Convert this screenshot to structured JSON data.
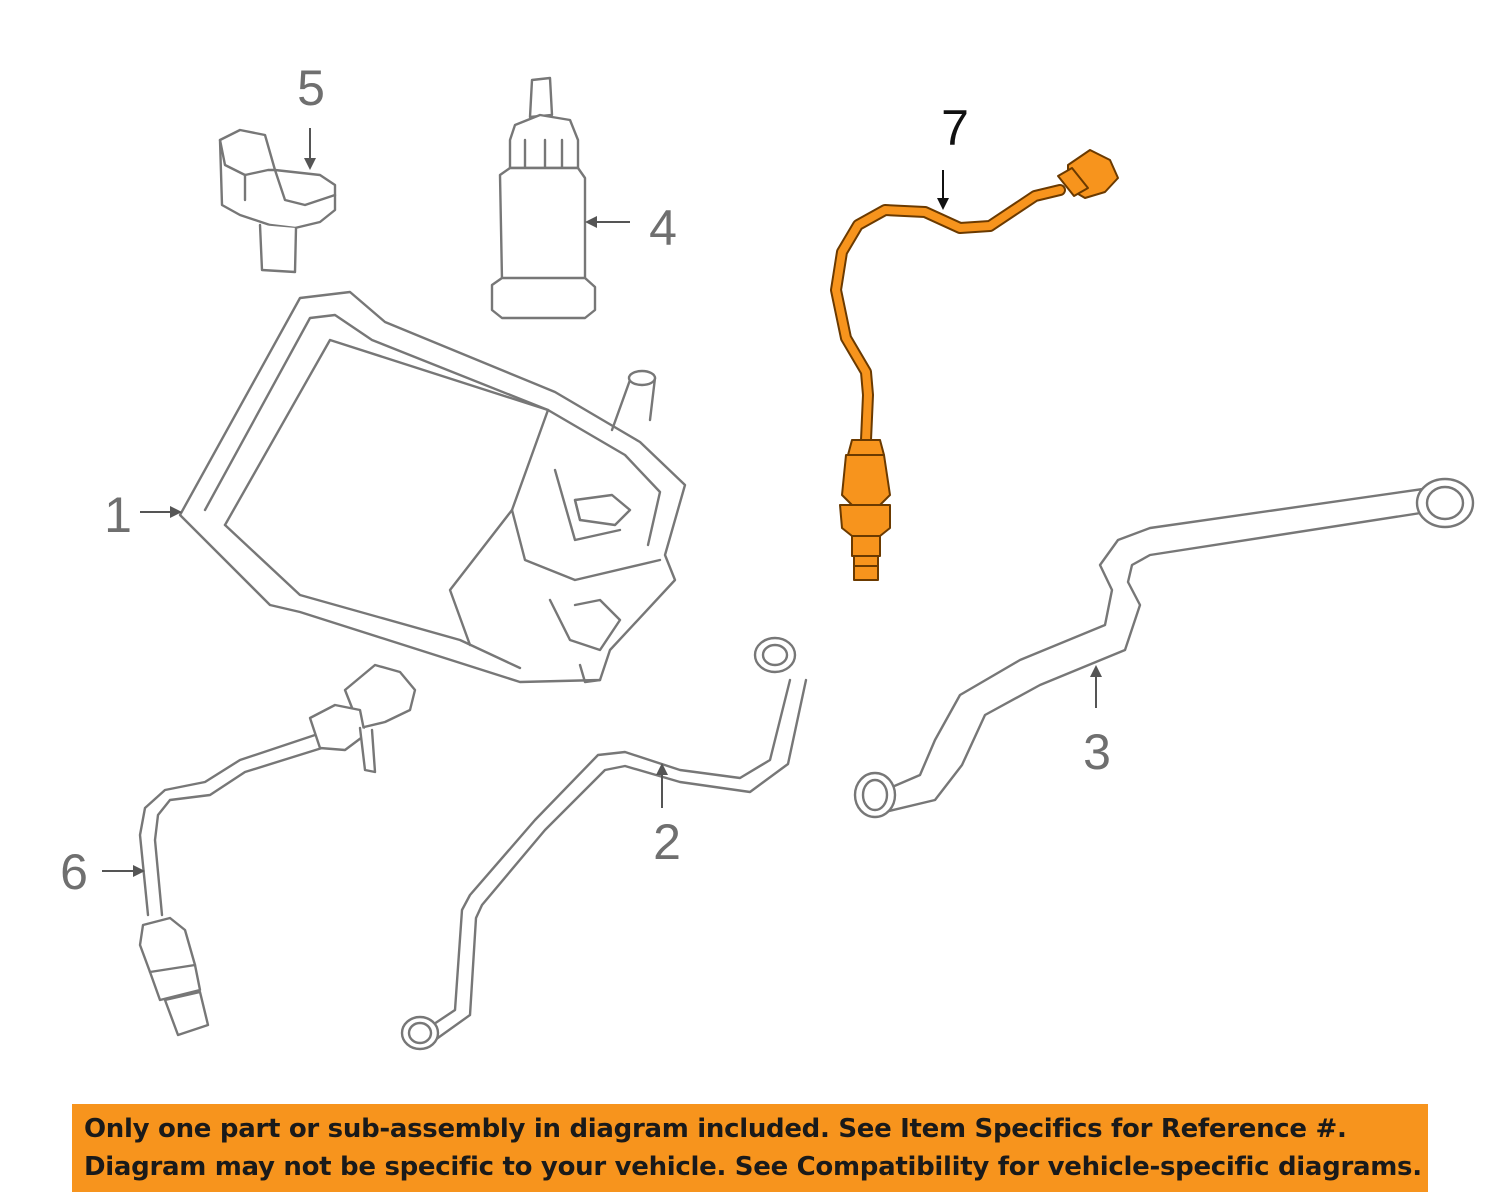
{
  "diagram": {
    "callouts": [
      {
        "id": "1",
        "label": "1",
        "highlighted": false
      },
      {
        "id": "2",
        "label": "2",
        "highlighted": false
      },
      {
        "id": "3",
        "label": "3",
        "highlighted": false
      },
      {
        "id": "4",
        "label": "4",
        "highlighted": false
      },
      {
        "id": "5",
        "label": "5",
        "highlighted": false
      },
      {
        "id": "6",
        "label": "6",
        "highlighted": false
      },
      {
        "id": "7",
        "label": "7",
        "highlighted": true
      }
    ],
    "highlight_color": "#f7941d",
    "line_color": "#777777"
  },
  "banner": {
    "line1": "Only one part or sub-assembly in diagram included. See Item Specifics for Reference #.",
    "line2": "Diagram may not be specific to your vehicle. See Compatibility for vehicle-specific diagrams.",
    "background": "#f7941d"
  }
}
